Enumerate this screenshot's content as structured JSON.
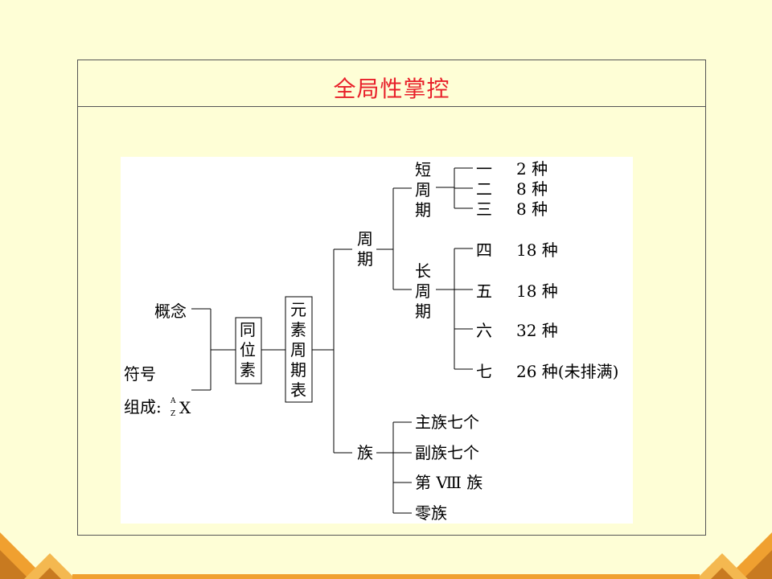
{
  "title": "全局性掌控",
  "left": {
    "concept": "概念",
    "symbol": "符号",
    "composition": "组成:",
    "nuclide_mass": "A",
    "nuclide_atomic": "Z",
    "nuclide_element": "X"
  },
  "isotope": [
    "同",
    "位",
    "素"
  ],
  "periodic_table": [
    "元",
    "素",
    "周",
    "期",
    "表"
  ],
  "period": [
    "周",
    "期"
  ],
  "group": "族",
  "short_period": [
    "短",
    "周",
    "期"
  ],
  "long_period": [
    "长",
    "周",
    "期"
  ],
  "rows": [
    {
      "label": "一",
      "count": "2 种"
    },
    {
      "label": "二",
      "count": "8 种"
    },
    {
      "label": "三",
      "count": "8 种"
    },
    {
      "label": "四",
      "count": "18 种"
    },
    {
      "label": "五",
      "count": "18 种"
    },
    {
      "label": "六",
      "count": "32 种"
    },
    {
      "label": "七",
      "count": "26 种(未排满)"
    }
  ],
  "groups": [
    "主族七个",
    "副族七个",
    "第 Ⅷ 族",
    "零族"
  ],
  "colors": {
    "background": "#fefed6",
    "title": "#e8202a",
    "deco_orange": "#f0a030",
    "deco_brown": "#c87a20"
  }
}
